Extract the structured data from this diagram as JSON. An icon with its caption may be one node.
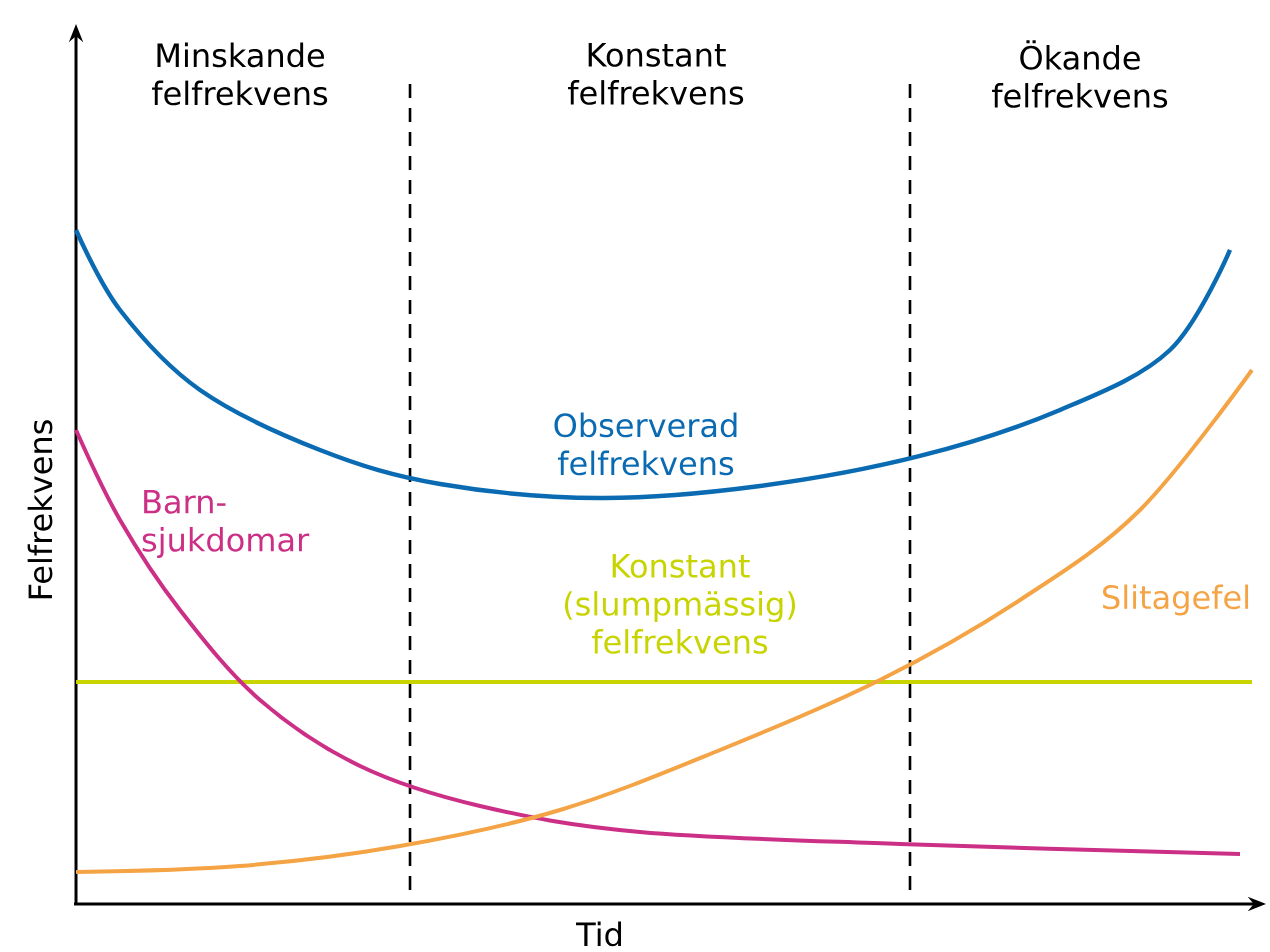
{
  "diagram": {
    "labels": [
      "Minskande felfrekvens",
      "Konstant felfrekvens",
      "Ökande felfrekvens",
      "Observerad felfrekvens",
      "Barn- sjukdomar",
      "Konstant (slumpmässig) felfrekvens",
      "Slitagefel",
      "Felfrekvens",
      "Tid"
    ]
  }
}
